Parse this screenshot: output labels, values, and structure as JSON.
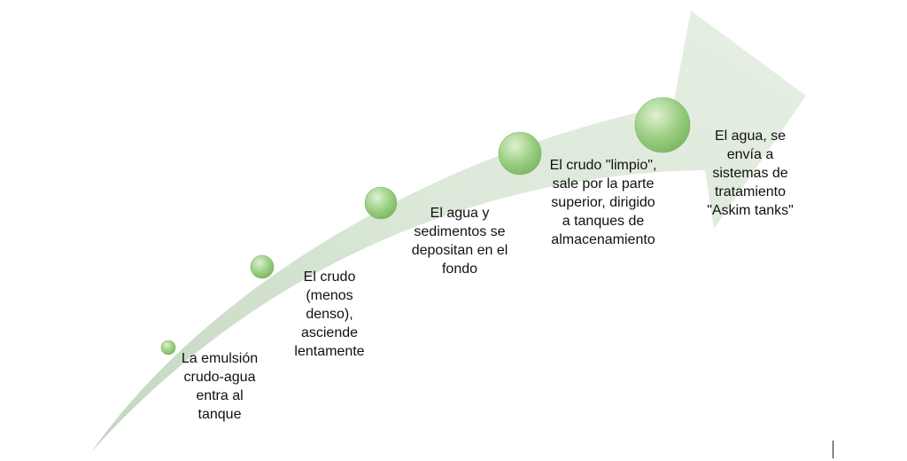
{
  "diagram": {
    "arrow_color": "#dbe8d8",
    "arrow_shade": "#c3d6c0",
    "bubble_color": "#9ccf83",
    "bubble_highlight": "#dff0d2",
    "bubble_edge": "#7fb866",
    "steps": [
      {
        "text": "La emulsión\ncrudo-agua\nentra al\ntanque"
      },
      {
        "text": "El crudo\n(menos\ndenso),\nasciende\nlentamente"
      },
      {
        "text": "El agua y\nsedimentos se\ndepositan en el\nfondo"
      },
      {
        "text": "El crudo \"limpio\",\nsale por la parte\nsuperior, dirigido\na tanques de\nalmacenamiento"
      },
      {
        "text": "El agua, se\nenvía a\nsistemas de\ntratamiento\n\"Askim tanks\""
      }
    ]
  }
}
